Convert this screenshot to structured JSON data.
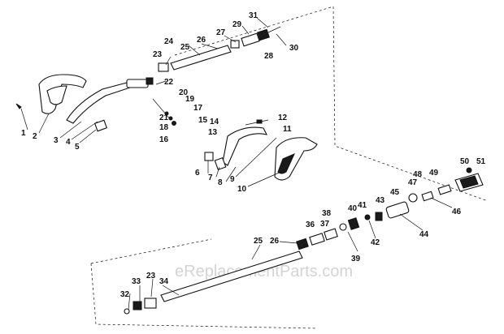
{
  "diagram": {
    "watermark": "eReplacementParts.com",
    "callouts": [
      "1",
      "2",
      "3",
      "4",
      "5",
      "6",
      "7",
      "8",
      "9",
      "10",
      "11",
      "12",
      "13",
      "14",
      "15",
      "16",
      "17",
      "18",
      "19",
      "20",
      "21",
      "22",
      "23",
      "24",
      "25",
      "26",
      "27",
      "28",
      "29",
      "30",
      "31",
      "32",
      "33",
      "34",
      "23",
      "25",
      "26",
      "36",
      "37",
      "38",
      "39",
      "40",
      "41",
      "42",
      "43",
      "44",
      "45",
      "46",
      "47",
      "48",
      "49",
      "50",
      "51"
    ]
  },
  "colors": {
    "ink": "#111111",
    "watermark": "#d4d4d4",
    "background": "#ffffff"
  }
}
